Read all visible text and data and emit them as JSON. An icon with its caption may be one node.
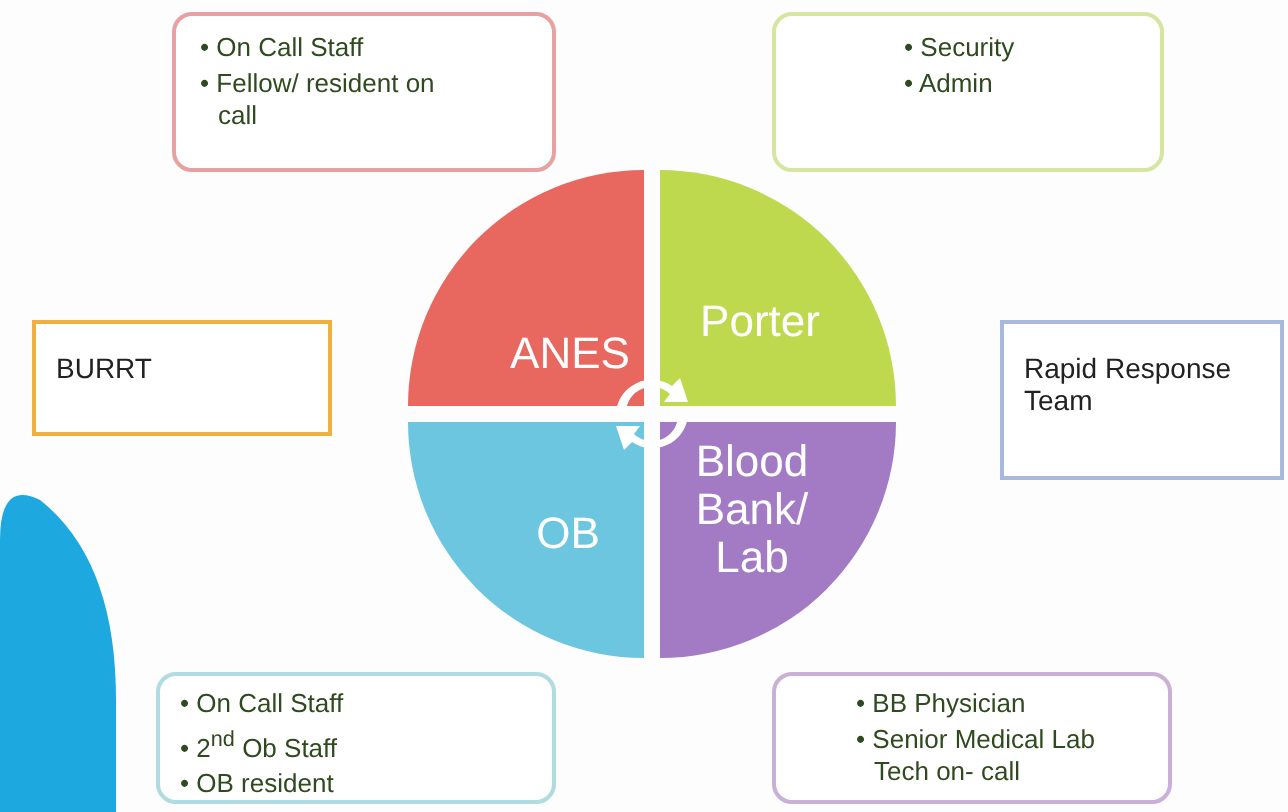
{
  "diagram": {
    "nodes": [
      {
        "text": [
          "• On Call Staff",
          "• Fellow/ resident on call"
        ]
      },
      {
        "text": [
          "• Security",
          "• Admin"
        ]
      },
      {
        "text": [
          "BURRT"
        ]
      },
      {
        "text": [
          "ANES"
        ]
      },
      {
        "text": [
          "Porter"
        ]
      },
      {
        "text": [
          "Rapid Response Team"
        ]
      },
      {
        "text": [
          "OB"
        ]
      },
      {
        "text": [
          "Blood Bank/ Lab"
        ]
      },
      {
        "text": [
          "• On Call Staff",
          "• 2$^{nd}$ Ob Staff",
          "• OB resident"
        ]
      },
      {
        "text": [
          "• BB Physician",
          "• Senior Medical Lab Tech  on- call"
        ]
      }
    ]
  }
}
